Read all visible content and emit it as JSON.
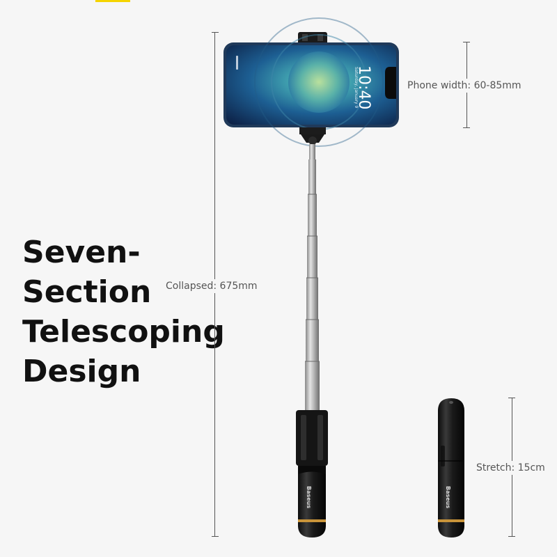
{
  "headline": [
    "Seven-",
    "Section",
    "Telescoping",
    "Design"
  ],
  "dimensions": {
    "phone_width": "Phone width: 60-85mm",
    "collapsed": "Collapsed: 675mm",
    "stretch": "Stretch: 15cm"
  },
  "phone_screen": {
    "time": "10:40",
    "date": "Saturday, January 9"
  },
  "brand": "Baseus",
  "colors": {
    "accent": "#f5d400",
    "ring": "#c9943a",
    "text_dark": "#111111",
    "label": "#555555"
  }
}
